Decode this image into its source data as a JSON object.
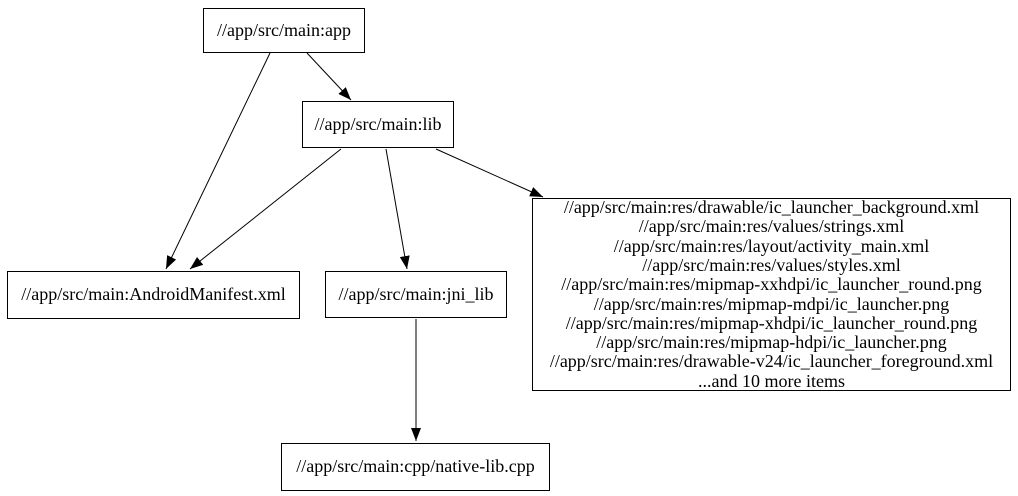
{
  "diagram": {
    "type": "dependency-graph",
    "colors": {
      "background": "#ffffff",
      "node_fill": "#ffffff",
      "node_border": "#000000",
      "edge": "#000000",
      "text": "#000000"
    },
    "nodes": {
      "app": {
        "label": "//app/src/main:app"
      },
      "lib": {
        "label": "//app/src/main:lib"
      },
      "manifest": {
        "label": "//app/src/main:AndroidManifest.xml"
      },
      "jni_lib": {
        "label": "//app/src/main:jni_lib"
      },
      "native_lib": {
        "label": "//app/src/main:cpp/native-lib.cpp"
      },
      "res_files": {
        "lines": [
          "//app/src/main:res/drawable/ic_launcher_background.xml",
          "//app/src/main:res/values/strings.xml",
          "//app/src/main:res/layout/activity_main.xml",
          "//app/src/main:res/values/styles.xml",
          "//app/src/main:res/mipmap-xxhdpi/ic_launcher_round.png",
          "//app/src/main:res/mipmap-mdpi/ic_launcher.png",
          "//app/src/main:res/mipmap-xhdpi/ic_launcher_round.png",
          "//app/src/main:res/mipmap-hdpi/ic_launcher.png",
          "//app/src/main:res/drawable-v24/ic_launcher_foreground.xml",
          "...and 10 more items"
        ]
      }
    },
    "edges": [
      {
        "from": "app",
        "to": "lib"
      },
      {
        "from": "app",
        "to": "manifest"
      },
      {
        "from": "lib",
        "to": "manifest"
      },
      {
        "from": "lib",
        "to": "jni_lib"
      },
      {
        "from": "lib",
        "to": "res_files"
      },
      {
        "from": "jni_lib",
        "to": "native_lib"
      }
    ]
  }
}
